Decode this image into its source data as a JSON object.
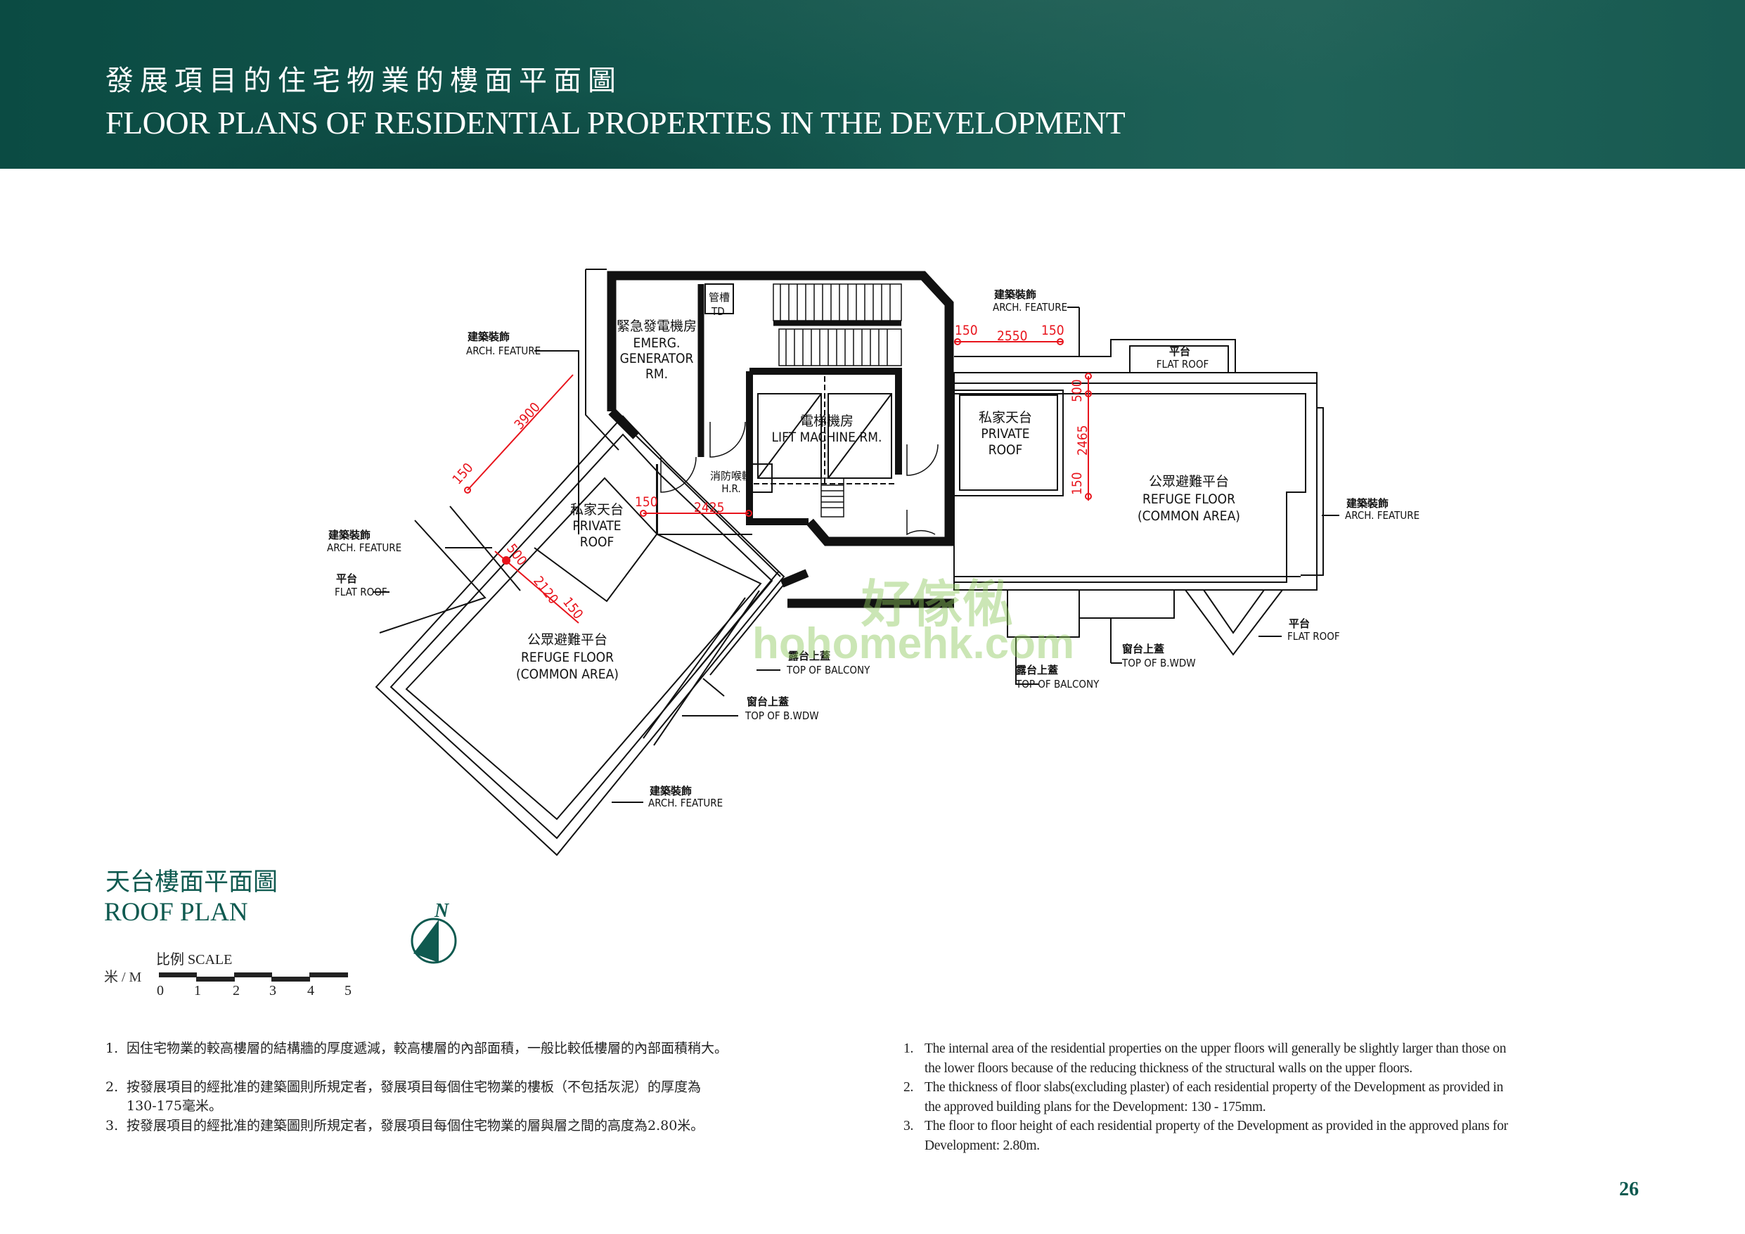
{
  "header": {
    "title_cn": "發展項目的住宅物業的樓面平面圖",
    "title_en": "FLOOR PLANS OF RESIDENTIAL PROPERTIES IN THE DEVELOPMENT"
  },
  "plan": {
    "labels": {
      "arch_feature_cn": "建築裝飾",
      "arch_feature_en": "ARCH. FEATURE",
      "flat_roof_cn": "平台",
      "flat_roof_en": "FLAT ROOF",
      "generator_cn": "緊急發電機房",
      "generator_en1": "EMERG.",
      "generator_en2": "GENERATOR",
      "generator_en3": "RM.",
      "td_cn": "管槽",
      "td_en": "TD",
      "lift_cn": "電梯機房",
      "lift_en": "LIFT MACHINE RM.",
      "hr_cn": "消防喉轆",
      "hr_en": "H.R.",
      "private_roof_cn": "私家天台",
      "private_roof_en1": "PRIVATE",
      "private_roof_en2": "ROOF",
      "refuge_cn": "公眾避難平台",
      "refuge_en1": "REFUGE FLOOR",
      "refuge_en2": "(COMMON AREA)",
      "balcony_cn": "露台上蓋",
      "balcony_en": "TOP OF BALCONY",
      "bwdw_cn": "窗台上蓋",
      "bwdw_en": "TOP OF B.WDW"
    },
    "dimensions": {
      "d3900": "3900",
      "d150a": "150",
      "d150b": "150",
      "d2425": "2425",
      "d500a": "500",
      "d2120": "2120",
      "d150c": "150",
      "d150d": "150",
      "d2550": "2550",
      "d150e": "150",
      "d500b": "500",
      "d2465": "2465",
      "d150f": "150"
    },
    "watermark_cn": "好傢俬",
    "watermark_en": "hohomehk.com"
  },
  "roof_plan": {
    "title_cn": "天台樓面平面圖",
    "title_en": "ROOF PLAN",
    "compass": "N",
    "scale_label": "比例 SCALE",
    "scale_unit": "米 / M",
    "scale_ticks": [
      "0",
      "1",
      "2",
      "3",
      "4",
      "5"
    ]
  },
  "notes_cn": [
    {
      "num": "1.",
      "lines": [
        "因住宅物業的較高樓層的結構牆的厚度遞減，較高樓層的內部面積，一般比較低樓層的內部面積稍大。"
      ]
    },
    {
      "num": "2.",
      "lines": [
        "按發展項目的經批准的建築圖則所規定者，發展項目每個住宅物業的樓板（不包括灰泥）的厚度為",
        "130-175毫米。"
      ]
    },
    {
      "num": "3.",
      "lines": [
        "按發展項目的經批准的建築圖則所規定者，發展項目每個住宅物業的層與層之間的高度為2.80米。"
      ]
    }
  ],
  "notes_en": [
    {
      "num": "1.",
      "lines": [
        "The internal area of the residential properties on the upper floors will generally be slightly larger than those on",
        "the lower floors because of the reducing thickness of the structural walls on the upper floors."
      ]
    },
    {
      "num": "2.",
      "lines": [
        "The thickness of floor slabs(excluding plaster) of each residential property of the Development as provided in",
        "the approved building plans for the Development: 130 - 175mm."
      ]
    },
    {
      "num": "3.",
      "lines": [
        "The floor to floor height of each residential property of the Development as provided in the approved plans for",
        "Development: 2.80m."
      ]
    }
  ],
  "page_number": "26",
  "colors": {
    "brand": "#0f5a50",
    "dimension": "#e8141c"
  }
}
